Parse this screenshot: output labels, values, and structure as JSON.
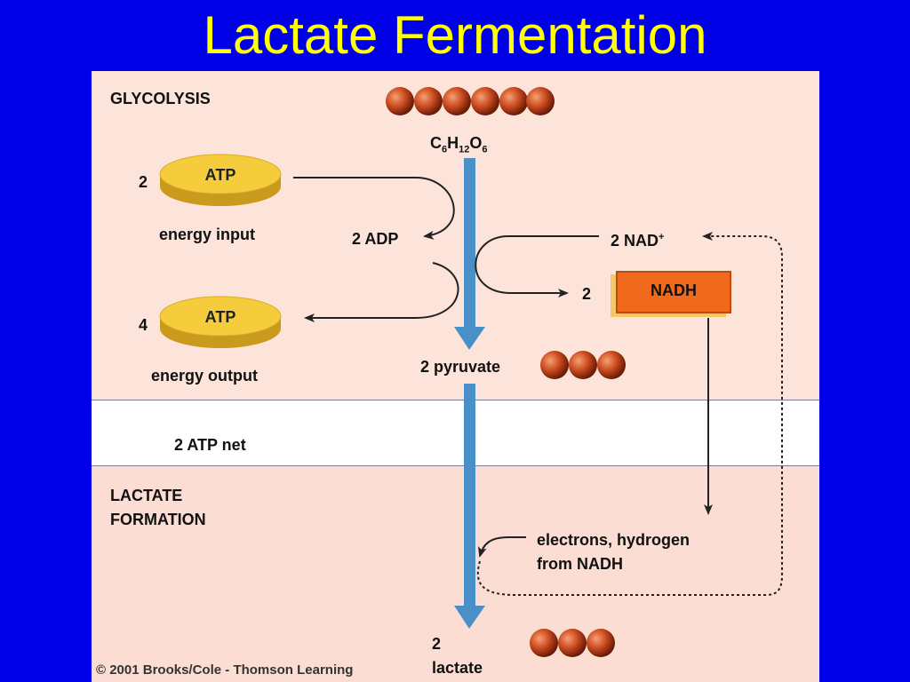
{
  "title": "Lactate Fermentation",
  "sections": {
    "glycolysis": "GLYCOLYSIS",
    "net": "2 ATP net",
    "lactate_formation_line1": "LACTATE",
    "lactate_formation_line2": "FORMATION"
  },
  "glucose": {
    "c": "C",
    "c_sub": "6",
    "h": "H",
    "h_sub": "12",
    "o": "O",
    "o_sub": "6"
  },
  "atp_input": {
    "count": "2",
    "label": "ATP",
    "caption": "energy input"
  },
  "atp_output": {
    "count": "4",
    "label": "ATP",
    "caption": "energy output"
  },
  "adp": "2 ADP",
  "nad": {
    "text": "2 NAD",
    "sup": "+"
  },
  "nadh": {
    "count": "2",
    "label": "NADH"
  },
  "pyruvate": "2 pyruvate",
  "electrons_line1": "electrons, hydrogen",
  "electrons_line2": "from NADH",
  "lactate_line1": "2",
  "lactate_line2": "lactate",
  "copyright": "© 2001 Brooks/Cole - Thomson Learning",
  "colors": {
    "background": "#0000e8",
    "title": "#ffff00",
    "glycolysis_panel": "#fce4da",
    "lactate_panel": "#fcddd3",
    "main_arrow": "#4a90c8",
    "nadh_box": "#f06a1e",
    "atp_coin": "#f4cc3c",
    "molecule_ball": "#b8401c"
  },
  "molecules": {
    "glucose_carbons": 6,
    "pyruvate_carbons": 3,
    "lactate_carbons": 3
  }
}
